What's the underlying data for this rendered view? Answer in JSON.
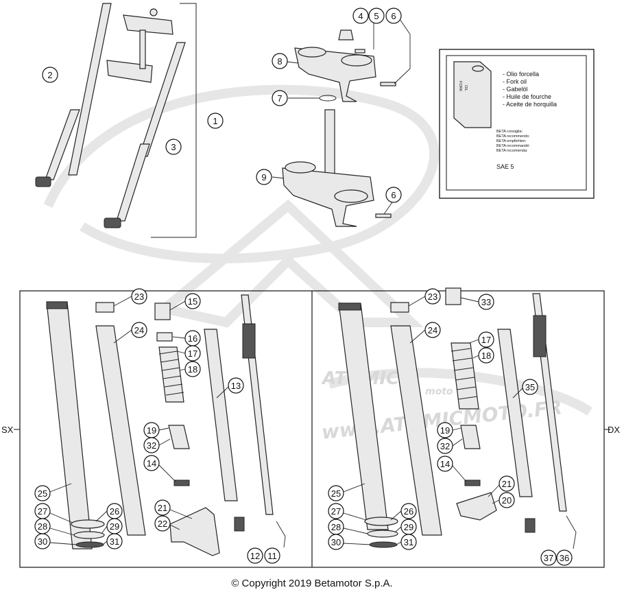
{
  "copyright": "© Copyright 2019 Betamotor S.p.A.",
  "oil_box": {
    "lines": [
      "- Olio forcella",
      "- Fork oil",
      "- Gabelöl",
      "- Huile de fourche",
      "- Aceite de horquilla"
    ],
    "recommend": [
      "BETA consiglia:",
      "BETA recommends:",
      "BETA empfiehlen:",
      "BETA recommandé:",
      "BETA recomienda:"
    ],
    "grade": "SAE 5",
    "can_label": [
      "FORK",
      "OIL"
    ]
  },
  "side_labels": {
    "left": "SX",
    "right": "DX"
  },
  "watermark": {
    "brand": "ATOMIC",
    "sub": "moto",
    "url": "www.ATOMICMOTO.FR"
  },
  "callouts": [
    {
      "id": "c1",
      "label": "1"
    },
    {
      "id": "c2",
      "label": "2"
    },
    {
      "id": "c3",
      "label": "3"
    },
    {
      "id": "c4",
      "label": "4"
    },
    {
      "id": "c5",
      "label": "5"
    },
    {
      "id": "c6a",
      "label": "6"
    },
    {
      "id": "c6b",
      "label": "6"
    },
    {
      "id": "c7",
      "label": "7"
    },
    {
      "id": "c8",
      "label": "8"
    },
    {
      "id": "c9",
      "label": "9"
    },
    {
      "id": "l23",
      "label": "23"
    },
    {
      "id": "l24",
      "label": "24"
    },
    {
      "id": "l15",
      "label": "15"
    },
    {
      "id": "l16",
      "label": "16"
    },
    {
      "id": "l17",
      "label": "17"
    },
    {
      "id": "l18",
      "label": "18"
    },
    {
      "id": "l13",
      "label": "13"
    },
    {
      "id": "l19",
      "label": "19"
    },
    {
      "id": "l32",
      "label": "32"
    },
    {
      "id": "l14",
      "label": "14"
    },
    {
      "id": "l25",
      "label": "25"
    },
    {
      "id": "l27",
      "label": "27"
    },
    {
      "id": "l26",
      "label": "26"
    },
    {
      "id": "l28",
      "label": "28"
    },
    {
      "id": "l29",
      "label": "29"
    },
    {
      "id": "l30",
      "label": "30"
    },
    {
      "id": "l31",
      "label": "31"
    },
    {
      "id": "l21",
      "label": "21"
    },
    {
      "id": "l22",
      "label": "22"
    },
    {
      "id": "l12",
      "label": "12"
    },
    {
      "id": "l11",
      "label": "11"
    },
    {
      "id": "r23",
      "label": "23"
    },
    {
      "id": "r24",
      "label": "24"
    },
    {
      "id": "r33",
      "label": "33"
    },
    {
      "id": "r17",
      "label": "17"
    },
    {
      "id": "r18",
      "label": "18"
    },
    {
      "id": "r35",
      "label": "35"
    },
    {
      "id": "r19",
      "label": "19"
    },
    {
      "id": "r32",
      "label": "32"
    },
    {
      "id": "r14",
      "label": "14"
    },
    {
      "id": "r21",
      "label": "21"
    },
    {
      "id": "r20",
      "label": "20"
    },
    {
      "id": "r25",
      "label": "25"
    },
    {
      "id": "r27",
      "label": "27"
    },
    {
      "id": "r26",
      "label": "26"
    },
    {
      "id": "r28",
      "label": "28"
    },
    {
      "id": "r29",
      "label": "29"
    },
    {
      "id": "r30",
      "label": "30"
    },
    {
      "id": "r31",
      "label": "31"
    },
    {
      "id": "r37",
      "label": "37"
    },
    {
      "id": "r36",
      "label": "36"
    }
  ]
}
